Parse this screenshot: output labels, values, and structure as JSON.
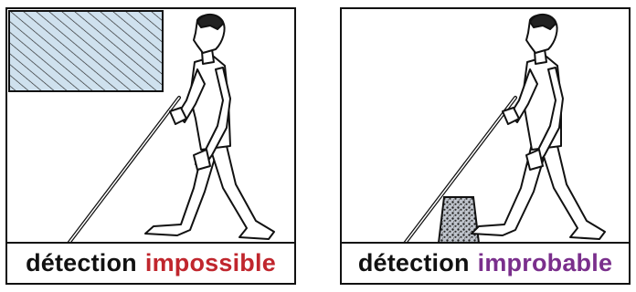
{
  "panels": [
    {
      "caption_main": "détection",
      "caption_qualifier": "impossible",
      "qualifier_color": "#c0262d",
      "obstacle": "overhead-hatched-obstacle"
    },
    {
      "caption_main": "détection",
      "caption_qualifier": "improbable",
      "qualifier_color": "#7a2f8c",
      "obstacle": "ground-textured-obstacle"
    }
  ]
}
